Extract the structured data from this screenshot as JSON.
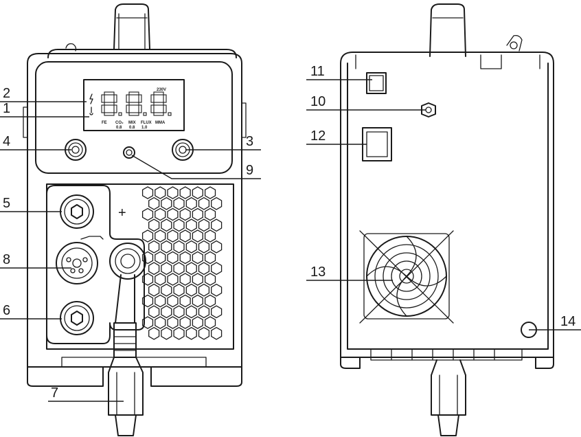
{
  "lcd": {
    "voltage": "230V",
    "modes": [
      "FE",
      "CO₂",
      "MIX",
      "FLUX",
      "MMA"
    ],
    "mode_subvalues": [
      "",
      "0.8",
      "0.8",
      "1.0",
      ""
    ],
    "digits": "8.8.8."
  },
  "callouts": [
    {
      "id": "1",
      "label": "1"
    },
    {
      "id": "2",
      "label": "2"
    },
    {
      "id": "3",
      "label": "3"
    },
    {
      "id": "4",
      "label": "4"
    },
    {
      "id": "5",
      "label": "5"
    },
    {
      "id": "6",
      "label": "6"
    },
    {
      "id": "7",
      "label": "7"
    },
    {
      "id": "8",
      "label": "8"
    },
    {
      "id": "9",
      "label": "9"
    },
    {
      "id": "10",
      "label": "10"
    },
    {
      "id": "11",
      "label": "11"
    },
    {
      "id": "12",
      "label": "12"
    },
    {
      "id": "13",
      "label": "13"
    },
    {
      "id": "14",
      "label": "14"
    }
  ],
  "terminal_symbol": "+"
}
